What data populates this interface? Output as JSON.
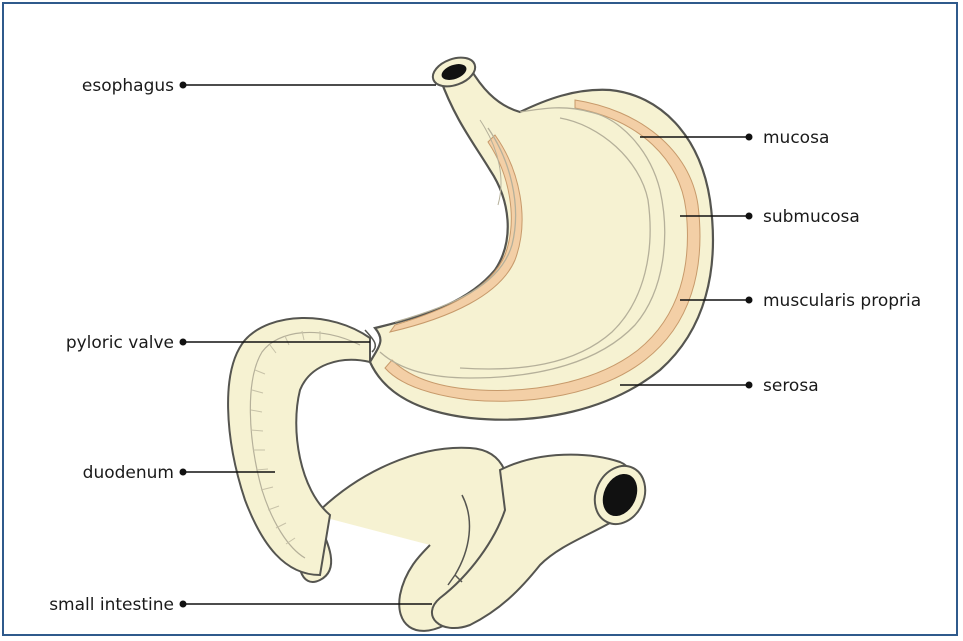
{
  "labels": {
    "esophagus": "esophagus",
    "mucosa": "mucosa",
    "submucosa": "submucosa",
    "muscularis_propria": "muscularis propria",
    "pyloric_valve": "pyloric valve",
    "serosa": "serosa",
    "duodenum": "duodenum",
    "small_intestine": "small intestine"
  },
  "colors": {
    "organ_fill": "#f6f2d2",
    "layer_fill": "#f3cfa6",
    "outline": "#555550",
    "frame_border": "#2f5a8c",
    "leader": "#111111"
  }
}
